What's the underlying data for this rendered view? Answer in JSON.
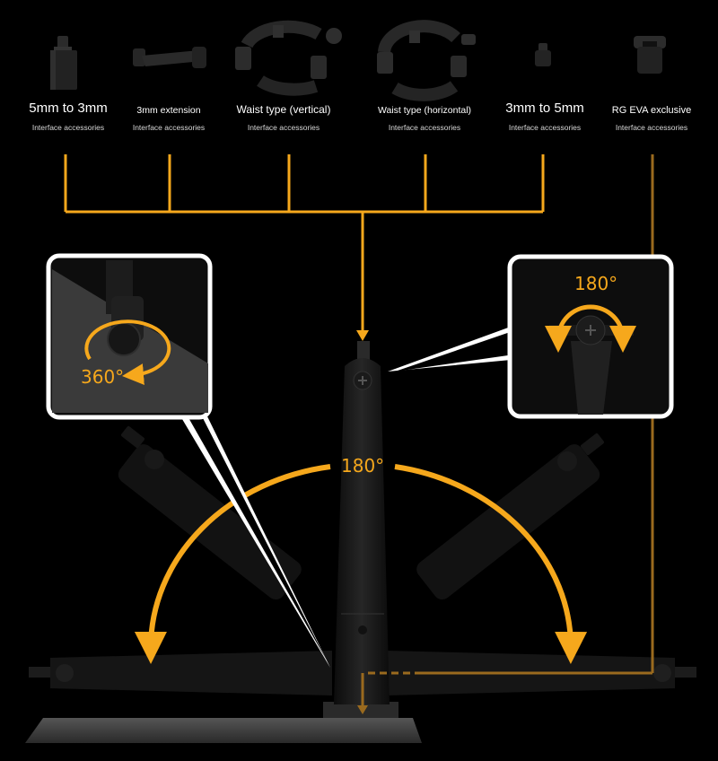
{
  "accessories": [
    {
      "id": "5mm-to-3mm",
      "name": "5mm to 3mm",
      "subtitle": "Interface accessories"
    },
    {
      "id": "3mm-extension",
      "name": "3mm extension",
      "subtitle": "Interface accessories"
    },
    {
      "id": "waist-vertical",
      "name": "Waist type (vertical)",
      "subtitle": "Interface accessories"
    },
    {
      "id": "waist-horizontal",
      "name": "Waist type (horizontal)",
      "subtitle": "Interface accessories"
    },
    {
      "id": "3mm-to-5mm",
      "name": "3mm to 5mm",
      "subtitle": "Interface accessories"
    },
    {
      "id": "rg-eva-exclusive",
      "name": "RG EVA exclusive",
      "subtitle": "Interface accessories"
    }
  ],
  "rotations": {
    "base_swivel": "360°",
    "head_tilt": "180°",
    "arm_sweep": "180°"
  },
  "colors": {
    "background": "#000000",
    "accent": "#f6a81c",
    "accent_dim": "#9a6a1e",
    "callout_border": "#ffffff",
    "arm": "#1a1a1a",
    "base_plate": "#3a3a3a"
  }
}
